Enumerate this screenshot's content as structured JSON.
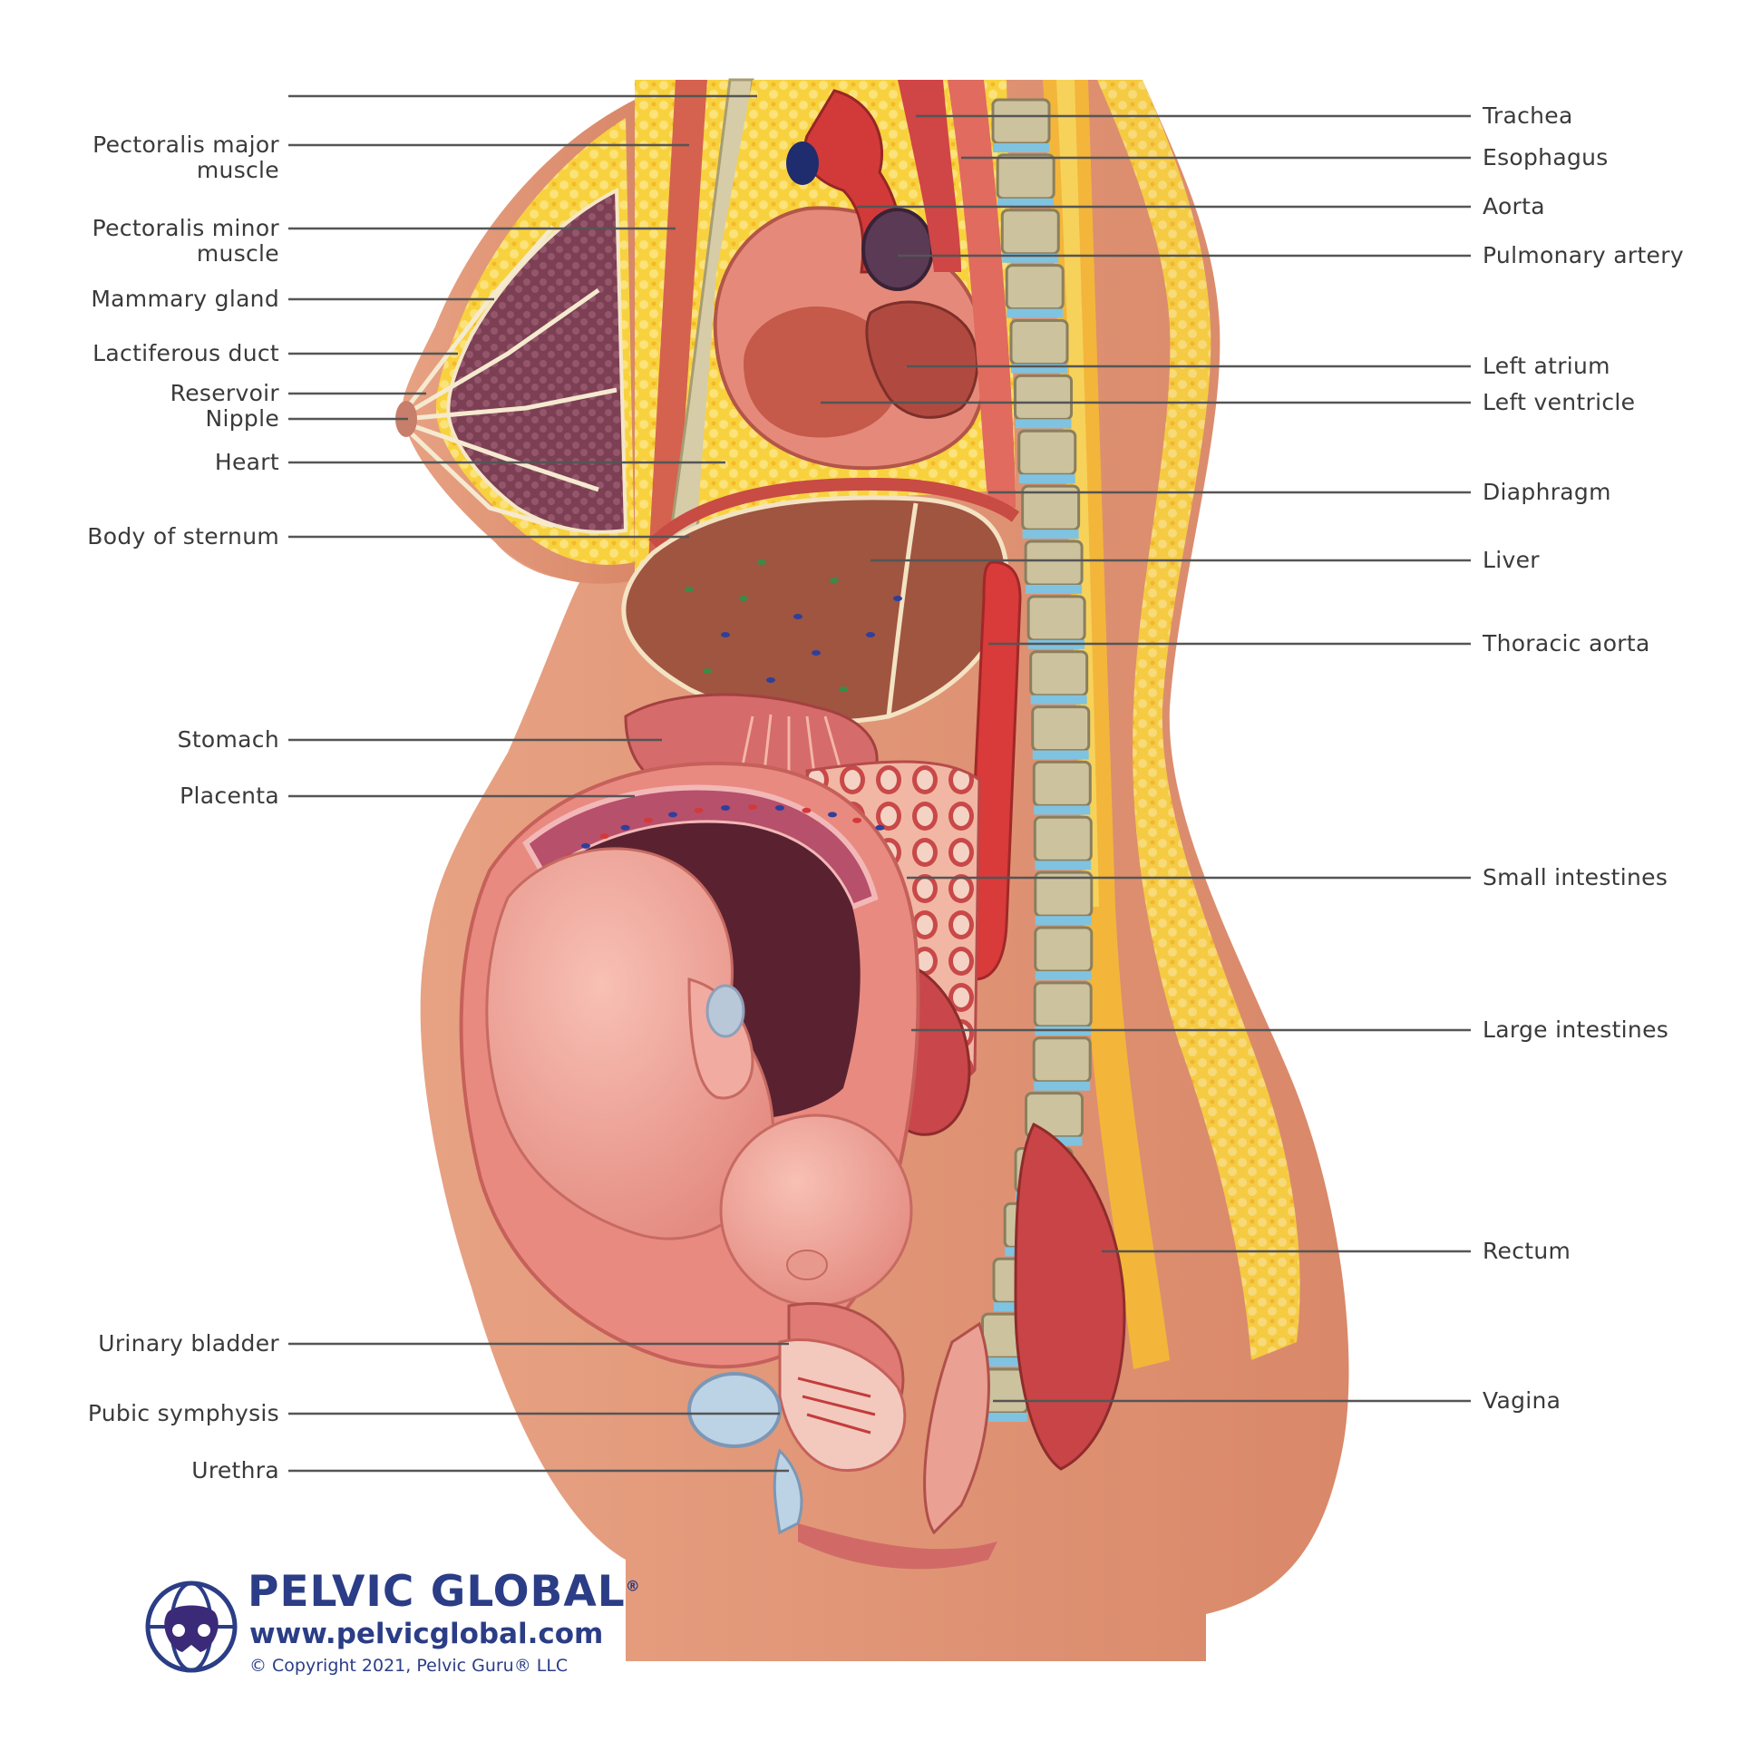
{
  "labels_left": [
    "",
    "Pectoralis major muscle",
    "Pectoralis minor muscle",
    "Mammary gland",
    "Lactiferous duct",
    "Reservoir",
    "Nipple",
    "Heart",
    "Body of sternum",
    "Stomach",
    "Placenta",
    "Urinary bladder",
    "Pubic symphysis",
    "Urethra"
  ],
  "labels_left_lines": {
    "pectoralis_major_1": "Pectoralis major",
    "pectoralis_major_2": "muscle",
    "pectoralis_minor_1": "Pectoralis minor",
    "pectoralis_minor_2": "muscle"
  },
  "labels_right": [
    "Trachea",
    "Esophagus",
    "Aorta",
    "Pulmonary artery",
    "Left atrium",
    "Left ventricle",
    "Diaphragm",
    "Liver",
    "Thoracic aorta",
    "Small intestines",
    "Large intestines",
    "Rectum",
    "Vagina"
  ],
  "logo": {
    "brand": "PELVIC GLOBAL",
    "trademark": "®",
    "url": "www.pelvicglobal.com",
    "copyright": "© Copyright 2021, Pelvic Guru® LLC"
  },
  "colors": {
    "skin": "#E49A7C",
    "fat": "#F7CF3A",
    "muscle": "#C9343A",
    "bone": "#C9BD97",
    "uterus": "#E3847E",
    "fetus": "#F0A39A",
    "liver": "#9E5540",
    "gland": "#7A3E52",
    "brand_blue": "#2b3d86"
  }
}
